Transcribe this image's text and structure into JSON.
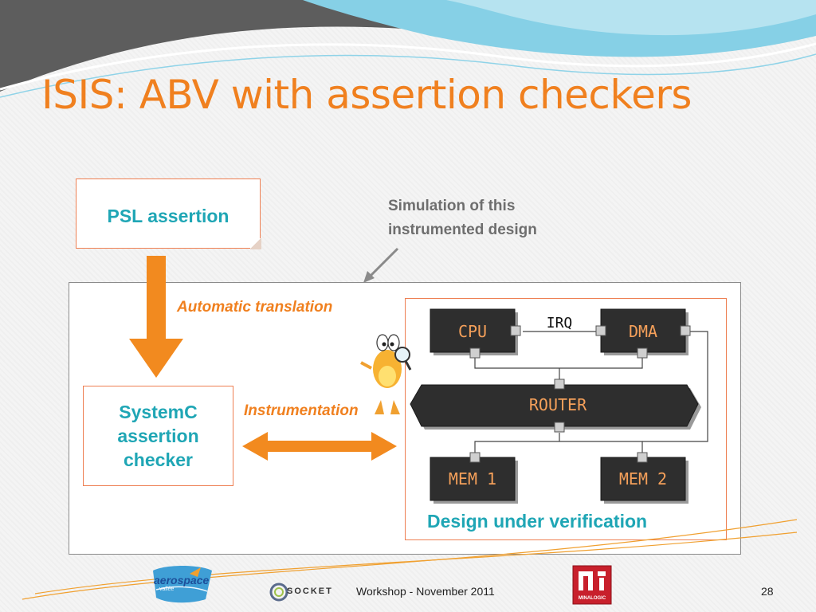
{
  "title": "ISIS: ABV with assertion checkers",
  "diagram": {
    "psl_box": "PSL assertion",
    "simulation_note": "Simulation of this instrumented design",
    "automatic_translation": "Automatic translation",
    "systemc_box": "SystemC assertion checker",
    "instrumentation": "Instrumentation",
    "design_caption": "Design under verification",
    "blocks": {
      "cpu": "CPU",
      "dma": "DMA",
      "router": "ROUTER",
      "mem1": "MEM 1",
      "mem2": "MEM 2"
    },
    "irq": "IRQ"
  },
  "footer": {
    "workshop": "Workshop - November 2011",
    "page": "28",
    "logo_aerospace": "aerospace",
    "logo_aerospace_sub": "vallée",
    "logo_socket": "SOCKET",
    "logo_minalogic": "MINALOGIC"
  },
  "colors": {
    "accent_orange": "#f0801f",
    "teal": "#1fa6b5",
    "box_border": "#ee7f52",
    "block_fill": "#2e2e2e",
    "block_text": "#f5a05a"
  }
}
